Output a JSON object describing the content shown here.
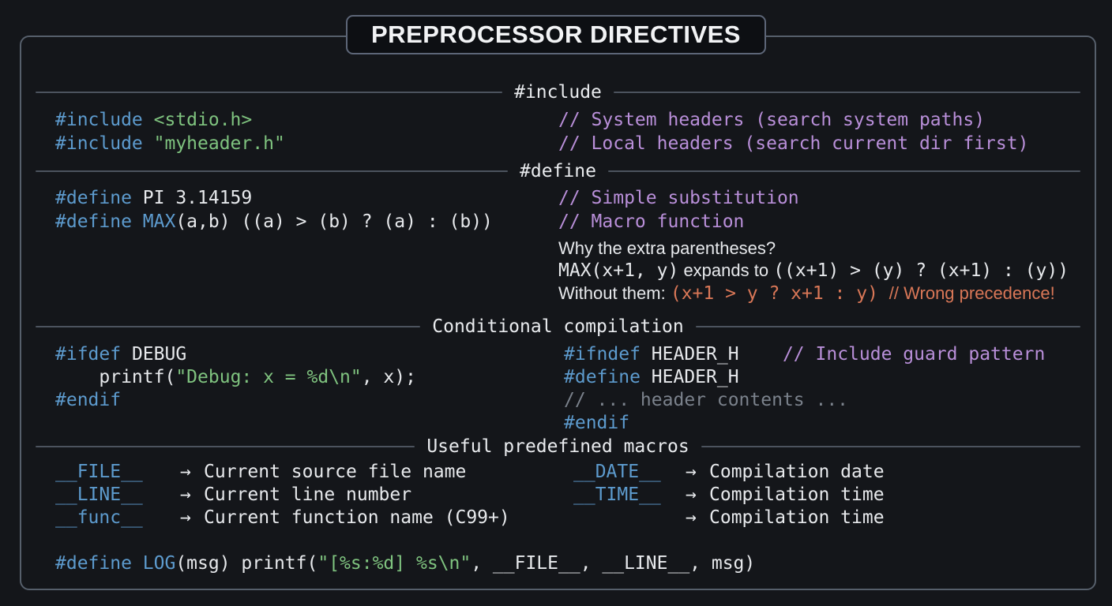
{
  "title": "PREPROCESSOR DIRECTIVES",
  "colors": {
    "background": "#14161a",
    "card_border": "#565f6b",
    "divider": "#4c535e",
    "keyword_blue": "#5d9bce",
    "string_green": "#7fc37f",
    "comment_purple": "#b98fd9",
    "muted_gray": "#7b828c",
    "warning_orange": "#d97757",
    "text_white": "#e7e9ec"
  },
  "include": {
    "header": "#include",
    "rows": [
      {
        "kw": "#include",
        "str": " <stdio.h>",
        "comment": "// System headers (search system paths)"
      },
      {
        "kw": "#include",
        "str": " \"myheader.h\"",
        "comment": "// Local headers (search current dir first)"
      }
    ]
  },
  "define": {
    "header": "#define",
    "rows": [
      {
        "kw": "#define",
        "fn": "",
        "code": " PI 3.14159",
        "comment": "// Simple substitution"
      },
      {
        "kw": "#define",
        "fn": " MAX",
        "code": "(a,b) ((a) > (b) ? (a) : (b))",
        "comment": "// Macro function"
      }
    ],
    "note": {
      "q": "Why the extra parentheses?",
      "expand_code": "MAX(x+1, y)",
      "expand_label": " expands to ",
      "expand_result": "((x+1) > (y) ? (x+1) : (y))",
      "without_label": "Without them: ",
      "without_code": "(x+1 > y ? x+1 : y) ",
      "without_warn": "// Wrong precedence!"
    }
  },
  "conditional": {
    "header": "Conditional compilation",
    "left": [
      {
        "kw": "#ifdef",
        "code": " DEBUG"
      },
      {
        "code": "    printf(",
        "str": "\"Debug: x = %d\\n\"",
        "code2": ", x);"
      },
      {
        "kw": "#endif"
      }
    ],
    "right": [
      {
        "kw": "#ifndef",
        "code": " HEADER_H    ",
        "comment": "// Include guard pattern"
      },
      {
        "kw": "#define",
        "code": " HEADER_H"
      },
      {
        "gray": "// ... header contents ..."
      },
      {
        "kw": "#endif"
      }
    ]
  },
  "macros": {
    "header": "Useful predefined macros",
    "arrow": "→",
    "left": [
      {
        "name": "__FILE__",
        "desc": "Current source file name"
      },
      {
        "name": "__LINE__",
        "desc": "Current line number"
      },
      {
        "name": "__func__",
        "desc": "Current function name (C99+)"
      }
    ],
    "right": [
      {
        "name": "__DATE__",
        "desc": "Compilation date"
      },
      {
        "name": "__TIME__",
        "desc": "Compilation time"
      },
      {
        "name": "",
        "desc": "Compilation time"
      }
    ]
  },
  "log": {
    "kw": "#define",
    "fn": " LOG",
    "code": "(msg) printf(",
    "str": "\"[%s:%d] %s\\n\"",
    "code2": ", __FILE__, __LINE__, msg)"
  }
}
